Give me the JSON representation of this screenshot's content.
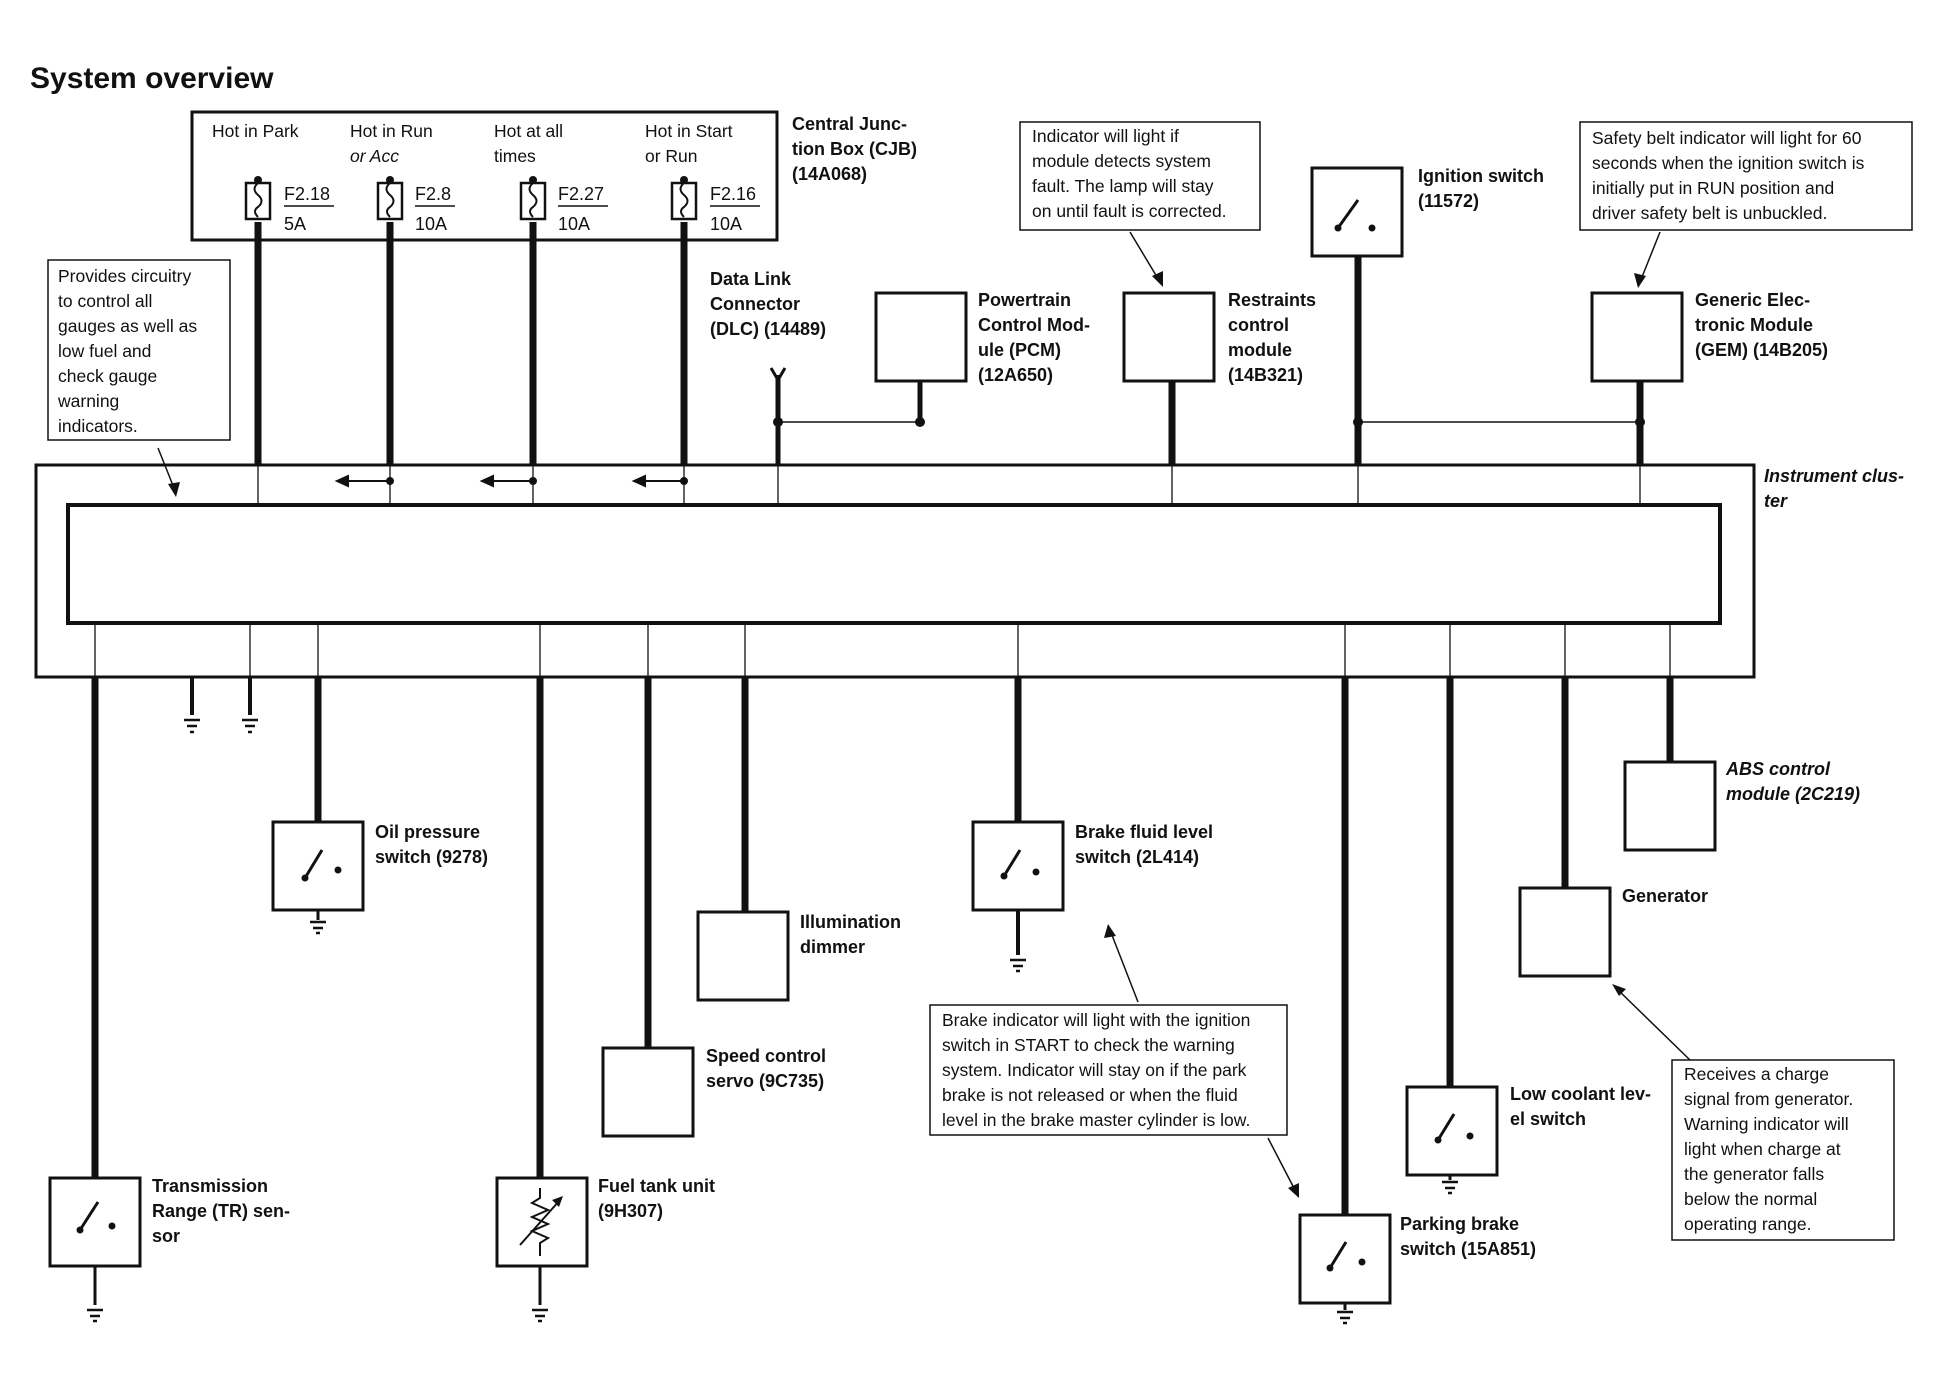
{
  "title": "System overview",
  "cjb": {
    "name_lines": [
      "Central Junc-",
      "tion Box (CJB)",
      "(14A068)"
    ],
    "columns": [
      {
        "head": [
          "Hot in Park"
        ],
        "fuse": "F2.18",
        "amps": "5A"
      },
      {
        "head": [
          "Hot in Run",
          "or Acc"
        ],
        "fuse": "F2.8",
        "amps": "10A"
      },
      {
        "head": [
          "Hot at all",
          "times"
        ],
        "fuse": "F2.27",
        "amps": "10A"
      },
      {
        "head": [
          "Hot in Start",
          "or Run"
        ],
        "fuse": "F2.16",
        "amps": "10A"
      }
    ]
  },
  "cluster_label": [
    "Instrument clus-",
    "ter"
  ],
  "notes": {
    "gauges": [
      "Provides circuitry",
      "to control all",
      "gauges as well as",
      "low fuel and",
      "check gauge",
      "warning",
      "indicators."
    ],
    "restraints": [
      "Indicator will light if",
      "module detects system",
      "fault.  The lamp will stay",
      "on until fault is corrected."
    ],
    "safety_belt": [
      "Safety belt indicator will light for 60",
      "seconds when the ignition switch is",
      "initially put in RUN position and",
      "driver safety belt is unbuckled."
    ],
    "brake": [
      "Brake indicator will light with the ignition",
      "switch in START to check the warning",
      "system. Indicator will stay on if the park",
      "brake is not released or when the fluid",
      "level in the brake master cylinder is low."
    ],
    "generator": [
      "Receives a charge",
      "signal from generator.",
      "Warning indicator will",
      "light when charge at",
      "the generator falls",
      "below the normal",
      "operating range."
    ]
  },
  "components": {
    "dlc": [
      "Data Link",
      "Connector",
      "(DLC) (14489)"
    ],
    "pcm": [
      "Powertrain",
      "Control Mod-",
      "ule (PCM)",
      "(12A650)"
    ],
    "restraints": [
      "Restraints",
      "control",
      "module",
      "(14B321)"
    ],
    "ignition": [
      "Ignition switch",
      "(11572)"
    ],
    "gem": [
      "Generic Elec-",
      "tronic Module",
      "(GEM) (14B205)"
    ],
    "oil": [
      "Oil pressure",
      "switch (9278)"
    ],
    "illumination": [
      "Illumination",
      "dimmer"
    ],
    "speed": [
      "Speed control",
      "servo (9C735)"
    ],
    "transmission": [
      "Transmission",
      "Range (TR) sen-",
      "sor"
    ],
    "fuel": [
      "Fuel tank unit",
      "(9H307)"
    ],
    "brake_fluid": [
      "Brake fluid level",
      "switch (2L414)"
    ],
    "parking": [
      "Parking brake",
      "switch (15A851)"
    ],
    "coolant": [
      "Low coolant lev-",
      "el switch"
    ],
    "abs": [
      "ABS control",
      "module (2C219)"
    ],
    "generator": [
      "Generator"
    ]
  }
}
